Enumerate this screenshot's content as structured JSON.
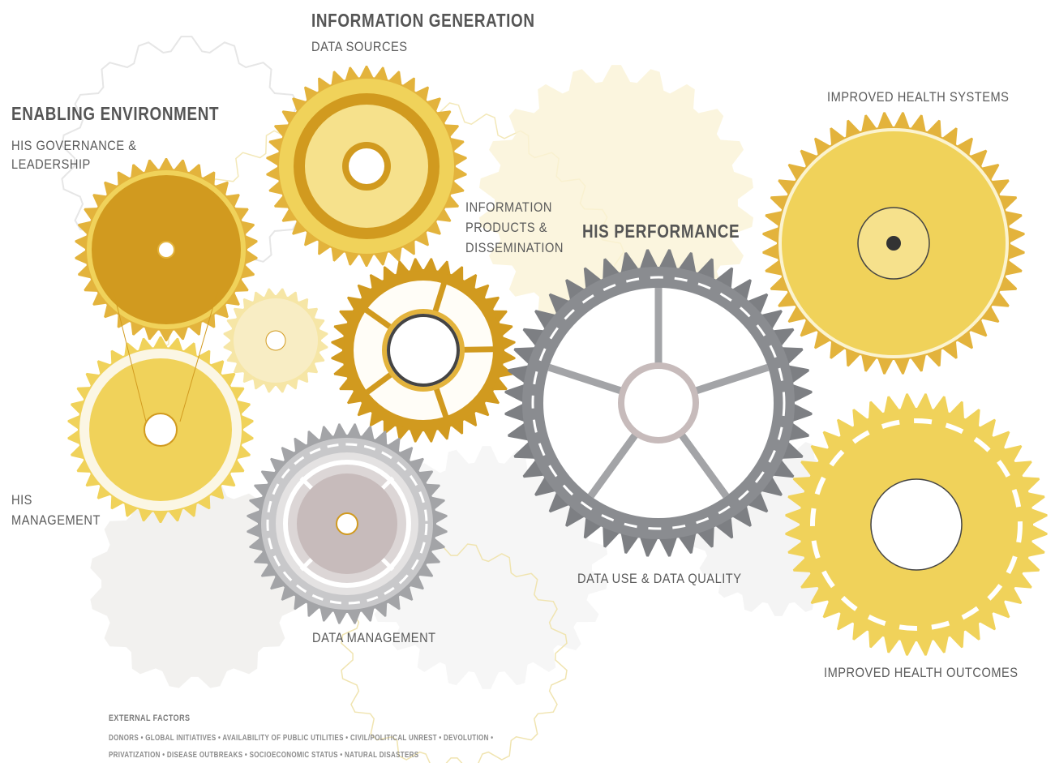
{
  "headings": {
    "enabling_environment": "ENABLING ENVIRONMENT",
    "information_generation": "INFORMATION GENERATION",
    "his_performance": "HIS PERFORMANCE"
  },
  "labels": {
    "his_governance_line1": "HIS GOVERNANCE &",
    "his_governance_line2": "LEADERSHIP",
    "his_management_line1": "HIS",
    "his_management_line2": "MANAGEMENT",
    "data_sources": "DATA SOURCES",
    "info_products_line1": "INFORMATION",
    "info_products_line2": "PRODUCTS &",
    "info_products_line3": "DISSEMINATION",
    "data_management": "DATA MANAGEMENT",
    "data_use_quality": "DATA USE & DATA QUALITY",
    "improved_health_systems": "IMPROVED HEALTH SYSTEMS",
    "improved_health_outcomes": "IMPROVED HEALTH OUTCOMES"
  },
  "external_factors": {
    "title": "EXTERNAL FACTORS",
    "line1": "DONORS • GLOBAL INITIATIVES • AVAILABILITY OF PUBLIC UTILITIES • CIVIL/POLITICAL UNREST • DEVOLUTION •",
    "line2": "PRIVATIZATION • DISEASE OUTBREAKS • SOCIOECONOMIC STATUS • NATURAL DISASTERS"
  },
  "colors": {
    "gold_dark": "#d19a1f",
    "gold_mid": "#e3b33c",
    "gold_light": "#f0d25a",
    "gold_pale": "#f6e6a6",
    "gray_dark": "#7d7f83",
    "gray_mid": "#a3a4a7",
    "taupe": "#c7bbbb",
    "ghost": "#f2f1ef"
  }
}
